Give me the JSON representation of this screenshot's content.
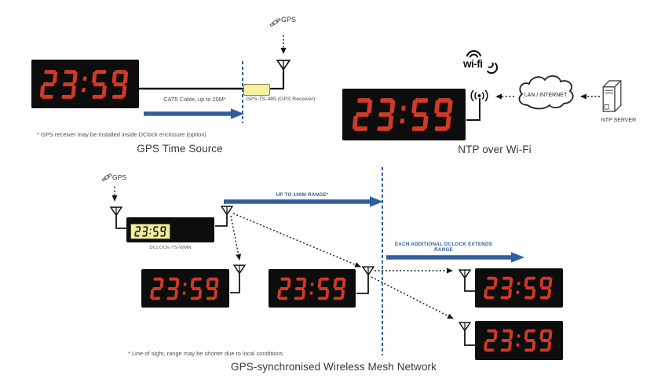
{
  "sections": {
    "gps": {
      "title": "GPS Time Source",
      "time": "23:59",
      "cable_label": "CAT5 Cable, up to 20M*",
      "receiver_label": "GPS-TS-485 (GPS Receiver)",
      "sat_label": "GPS",
      "footnote": "* GPS receiver may be installed inside DClock enclosure (option)"
    },
    "ntp": {
      "title": "NTP over Wi-Fi",
      "time": "23:59",
      "wifi_logo": "wi-fi",
      "cloud_label": "LAN / INTERNET",
      "server_label": "NTP SERVER"
    },
    "mesh": {
      "title": "GPS-synchronised Wireless Mesh Network",
      "sat_label": "GPS",
      "master_time": "23:59",
      "master_label": "DCLOCK-TS-WMN",
      "range_label": "UP TO 100M RANGE*",
      "extend_label": "EACH ADDITIONAL DCLOCK EXTENDS RANGE",
      "times": [
        "23:59",
        "23:59",
        "23:59",
        "23:59"
      ],
      "footnote": "* Line of sight, range may be shorter due to local conditions"
    }
  },
  "colors": {
    "led_red": "#d03a28",
    "lcd_dark": "#2f2d10",
    "arrow_blue": "#2f5f9e",
    "clock_bg": "#0d0d0d",
    "lcd_bg": "#f2eda2"
  }
}
